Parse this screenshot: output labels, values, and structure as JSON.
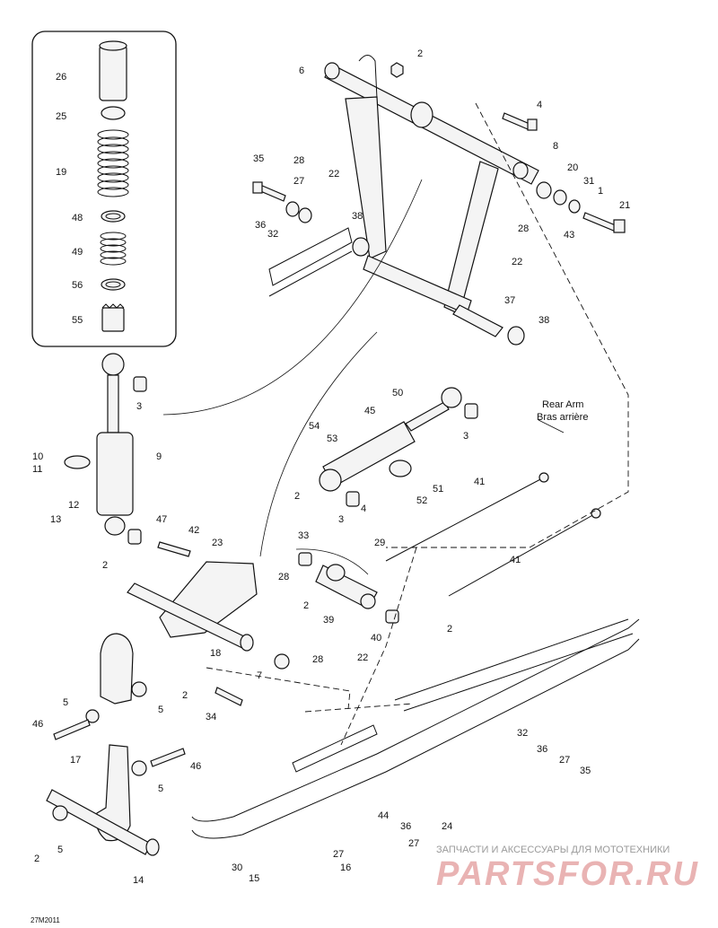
{
  "diagram": {
    "figure_code": "27M2011",
    "rear_arm_label_en": "Rear Arm",
    "rear_arm_label_fr": "Bras arrière",
    "callouts": [
      {
        "id": "c1",
        "text": "26"
      },
      {
        "id": "c2",
        "text": "25"
      },
      {
        "id": "c3",
        "text": "19"
      },
      {
        "id": "c4",
        "text": "48"
      },
      {
        "id": "c5",
        "text": "49"
      },
      {
        "id": "c6",
        "text": "56"
      },
      {
        "id": "c7",
        "text": "55"
      },
      {
        "id": "c8",
        "text": "6"
      },
      {
        "id": "c9",
        "text": "2"
      },
      {
        "id": "c10",
        "text": "4"
      },
      {
        "id": "c11",
        "text": "8"
      },
      {
        "id": "c12",
        "text": "20"
      },
      {
        "id": "c13",
        "text": "31"
      },
      {
        "id": "c14",
        "text": "1"
      },
      {
        "id": "c15",
        "text": "21"
      },
      {
        "id": "c16",
        "text": "43"
      },
      {
        "id": "c17",
        "text": "35"
      },
      {
        "id": "c18",
        "text": "28"
      },
      {
        "id": "c19",
        "text": "22"
      },
      {
        "id": "c20",
        "text": "27"
      },
      {
        "id": "c21",
        "text": "36"
      },
      {
        "id": "c22",
        "text": "32"
      },
      {
        "id": "c23",
        "text": "38"
      },
      {
        "id": "c24",
        "text": "28"
      },
      {
        "id": "c25",
        "text": "22"
      },
      {
        "id": "c26",
        "text": "37"
      },
      {
        "id": "c27",
        "text": "38"
      },
      {
        "id": "c28",
        "text": "3"
      },
      {
        "id": "c29",
        "text": "50"
      },
      {
        "id": "c30",
        "text": "45"
      },
      {
        "id": "c31",
        "text": "3"
      },
      {
        "id": "c32",
        "text": "10"
      },
      {
        "id": "c33",
        "text": "11"
      },
      {
        "id": "c34",
        "text": "9"
      },
      {
        "id": "c35",
        "text": "54"
      },
      {
        "id": "c36",
        "text": "53"
      },
      {
        "id": "c37",
        "text": "2"
      },
      {
        "id": "c38",
        "text": "51"
      },
      {
        "id": "c39",
        "text": "52"
      },
      {
        "id": "c40",
        "text": "41"
      },
      {
        "id": "c41",
        "text": "12"
      },
      {
        "id": "c42",
        "text": "13"
      },
      {
        "id": "c43",
        "text": "47"
      },
      {
        "id": "c44",
        "text": "3"
      },
      {
        "id": "c45",
        "text": "4"
      },
      {
        "id": "c46",
        "text": "42"
      },
      {
        "id": "c47",
        "text": "23"
      },
      {
        "id": "c48",
        "text": "33"
      },
      {
        "id": "c49",
        "text": "29"
      },
      {
        "id": "c50",
        "text": "41"
      },
      {
        "id": "c51",
        "text": "2"
      },
      {
        "id": "c52",
        "text": "28"
      },
      {
        "id": "c53",
        "text": "2"
      },
      {
        "id": "c54",
        "text": "39"
      },
      {
        "id": "c55",
        "text": "2"
      },
      {
        "id": "c56",
        "text": "18"
      },
      {
        "id": "c57",
        "text": "40"
      },
      {
        "id": "c58",
        "text": "28"
      },
      {
        "id": "c59",
        "text": "22"
      },
      {
        "id": "c60",
        "text": "7"
      },
      {
        "id": "c61",
        "text": "5"
      },
      {
        "id": "c62",
        "text": "2"
      },
      {
        "id": "c63",
        "text": "34"
      },
      {
        "id": "c64",
        "text": "5"
      },
      {
        "id": "c65",
        "text": "46"
      },
      {
        "id": "c66",
        "text": "17"
      },
      {
        "id": "c67",
        "text": "46"
      },
      {
        "id": "c68",
        "text": "5"
      },
      {
        "id": "c69",
        "text": "32"
      },
      {
        "id": "c70",
        "text": "36"
      },
      {
        "id": "c71",
        "text": "27"
      },
      {
        "id": "c72",
        "text": "35"
      },
      {
        "id": "c73",
        "text": "44"
      },
      {
        "id": "c74",
        "text": "36"
      },
      {
        "id": "c75",
        "text": "27"
      },
      {
        "id": "c76",
        "text": "24"
      },
      {
        "id": "c77",
        "text": "2"
      },
      {
        "id": "c78",
        "text": "5"
      },
      {
        "id": "c79",
        "text": "14"
      },
      {
        "id": "c80",
        "text": "30"
      },
      {
        "id": "c81",
        "text": "15"
      },
      {
        "id": "c82",
        "text": "27"
      },
      {
        "id": "c83",
        "text": "16"
      }
    ]
  },
  "watermark": {
    "tagline": "ЗАПЧАСТИ И АКСЕССУАРЫ ДЛЯ МОТОТЕХНИКИ",
    "brand": "PARTSFOR.RU",
    "color": "#e9b3b3"
  }
}
